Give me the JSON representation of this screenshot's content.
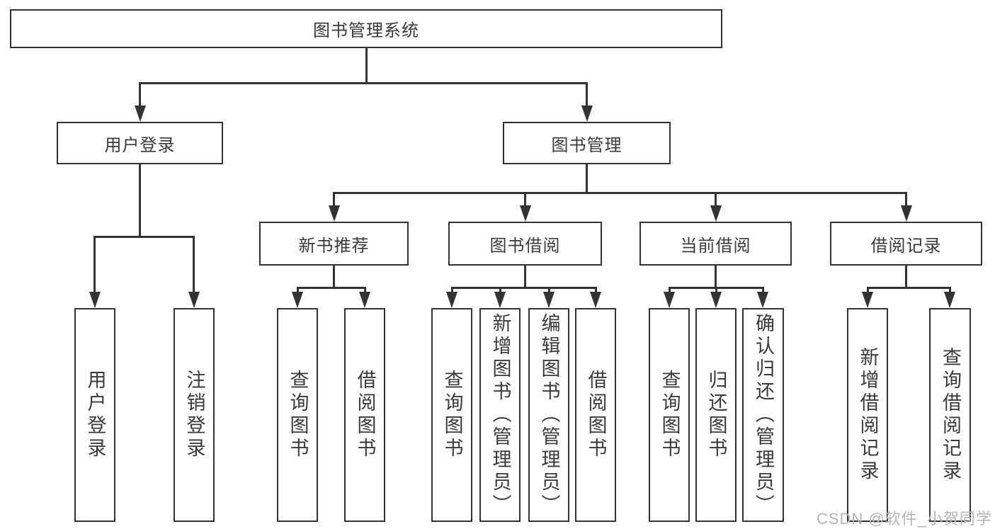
{
  "diagram": {
    "title": "图书管理系统",
    "branches": [
      {
        "label": "用户登录",
        "children": [
          {
            "label": "用户登录"
          },
          {
            "label": "注销登录"
          }
        ]
      },
      {
        "label": "图书管理",
        "children": [
          {
            "label": "新书推荐",
            "children": [
              {
                "label": "查询图书"
              },
              {
                "label": "借阅图书"
              }
            ]
          },
          {
            "label": "图书借阅",
            "children": [
              {
                "label": "查询图书"
              },
              {
                "label": "新增图书（管理员）"
              },
              {
                "label": "编辑图书（管理员）"
              },
              {
                "label": "借阅图书"
              }
            ]
          },
          {
            "label": "当前借阅",
            "children": [
              {
                "label": "查询图书"
              },
              {
                "label": "归还图书"
              },
              {
                "label": "确认归还（管理员）"
              }
            ]
          },
          {
            "label": "借阅记录",
            "children": [
              {
                "label": "新增借阅记录"
              },
              {
                "label": "查询借阅记录"
              }
            ]
          }
        ]
      }
    ]
  },
  "watermark": "CSDN @软件_小贺同学",
  "colors": {
    "line": "#333333",
    "text": "#3a3a3a",
    "background": "#ffffff",
    "watermark": "#b5b5b5"
  }
}
